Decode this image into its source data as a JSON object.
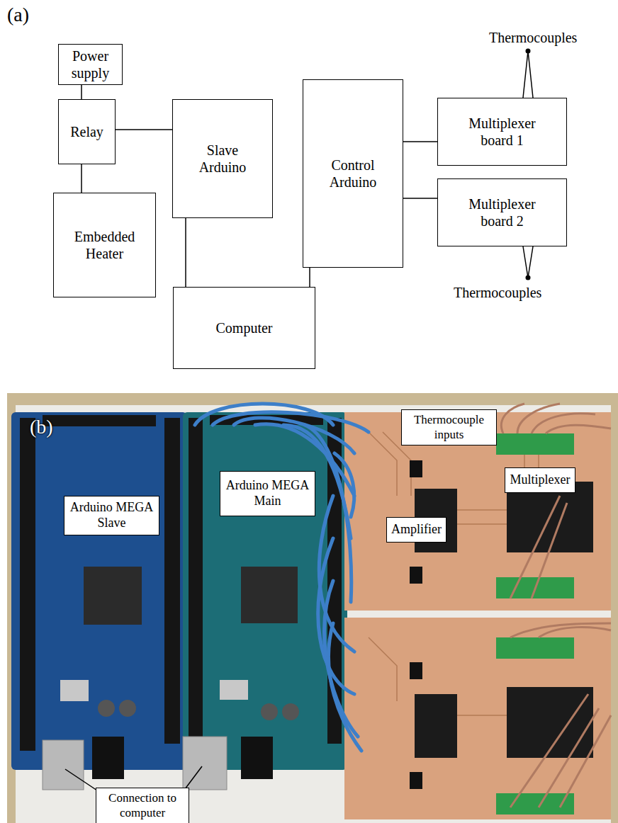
{
  "diagram": {
    "nodes": [
      {
        "text": [
          "Power supply"
        ]
      },
      {
        "text": [
          "Relay"
        ]
      },
      {
        "text": [
          "Embedded Heater"
        ]
      },
      {
        "text": [
          "Slave Arduino"
        ]
      },
      {
        "text": [
          "Control Arduino"
        ]
      },
      {
        "text": [
          "Multiplexer board 1"
        ]
      },
      {
        "text": [
          "Multiplexer board 2"
        ]
      },
      {
        "text": [
          "Computer"
        ]
      },
      {
        "text": [
          "Arduino MEGA Slave"
        ]
      },
      {
        "text": [
          "Arduino MEGA Main"
        ]
      },
      {
        "text": [
          "Thermocouple inputs"
        ]
      },
      {
        "text": [
          "Multiplexer"
        ]
      },
      {
        "text": [
          "Amplifier"
        ]
      },
      {
        "text": [
          "Connection to computer"
        ]
      }
    ],
    "edges": [
      {
        "from": 0,
        "to": 1,
        "arrow": "none"
      },
      {
        "from": 1,
        "to": 2,
        "arrow": "none"
      },
      {
        "from": 1,
        "to": 3,
        "arrow": "none"
      },
      {
        "from": 3,
        "to": 7,
        "arrow": "none"
      },
      {
        "from": 4,
        "to": 7,
        "arrow": "none"
      },
      {
        "from": 4,
        "to": 5,
        "arrow": "none"
      },
      {
        "from": 4,
        "to": 6,
        "arrow": "none"
      }
    ],
    "labels": [
      "(a)",
      "Thermocouples",
      "Thermocouples",
      "(b)"
    ]
  }
}
